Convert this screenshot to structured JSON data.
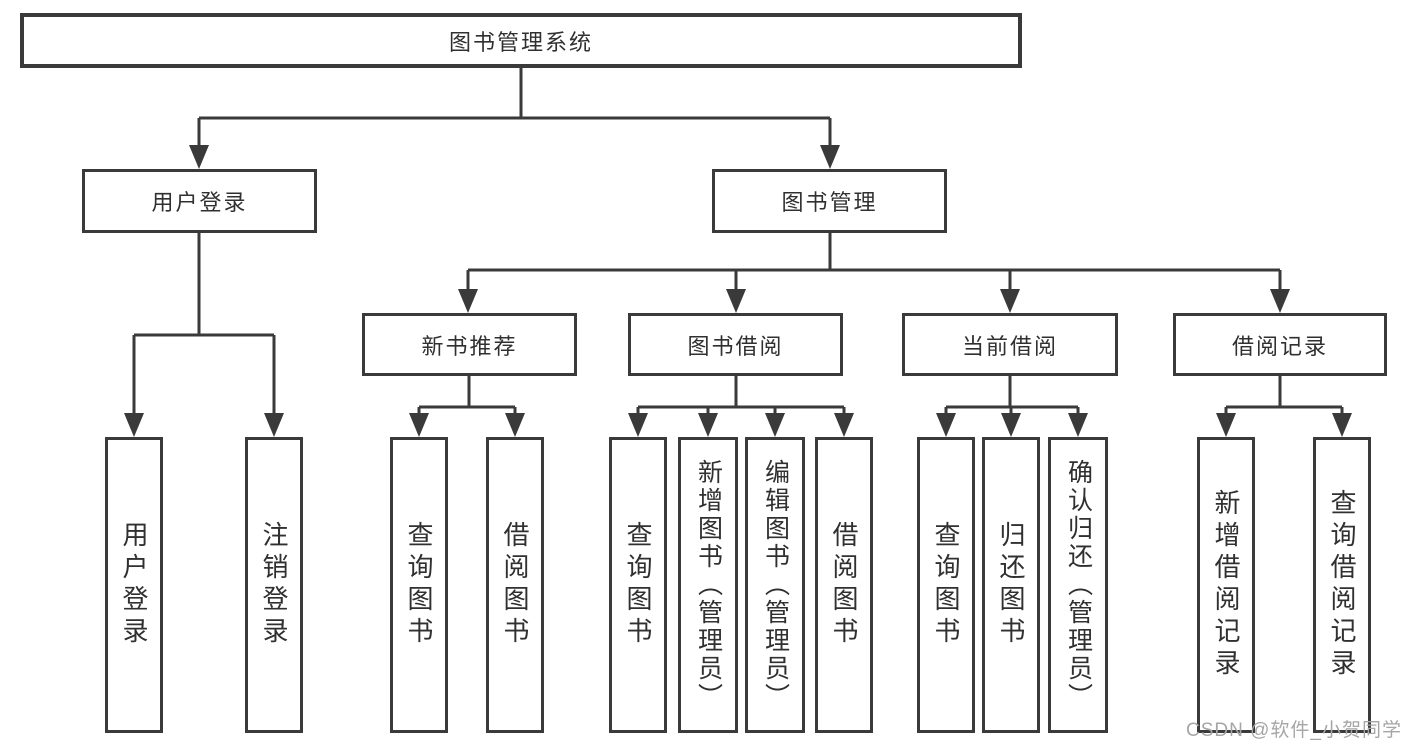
{
  "title": "图书管理系统",
  "tree": {
    "label": "图书管理系统",
    "children": [
      {
        "label": "用户登录",
        "children": [
          {
            "label": "用户登录"
          },
          {
            "label": "注销登录"
          }
        ]
      },
      {
        "label": "图书管理",
        "children": [
          {
            "label": "新书推荐",
            "children": [
              {
                "label": "查询图书"
              },
              {
                "label": "借阅图书"
              }
            ]
          },
          {
            "label": "图书借阅",
            "children": [
              {
                "label": "查询图书"
              },
              {
                "label": "新增图书（管理员）"
              },
              {
                "label": "编辑图书（管理员）"
              },
              {
                "label": "借阅图书"
              }
            ]
          },
          {
            "label": "当前借阅",
            "children": [
              {
                "label": "查询图书"
              },
              {
                "label": "归还图书"
              },
              {
                "label": "确认归还（管理员）"
              }
            ]
          },
          {
            "label": "借阅记录",
            "children": [
              {
                "label": "新增借阅记录"
              },
              {
                "label": "查询借阅记录"
              }
            ]
          }
        ]
      }
    ]
  },
  "watermark": {
    "text": "CSDN @软件_小贺同学"
  },
  "colors": {
    "line": "#3a3a3a",
    "box_border": "#3a3a3a",
    "box_fill": "#ffffff",
    "text": "#303030",
    "watermark": "#a6a6a6",
    "background": "#ffffff"
  }
}
